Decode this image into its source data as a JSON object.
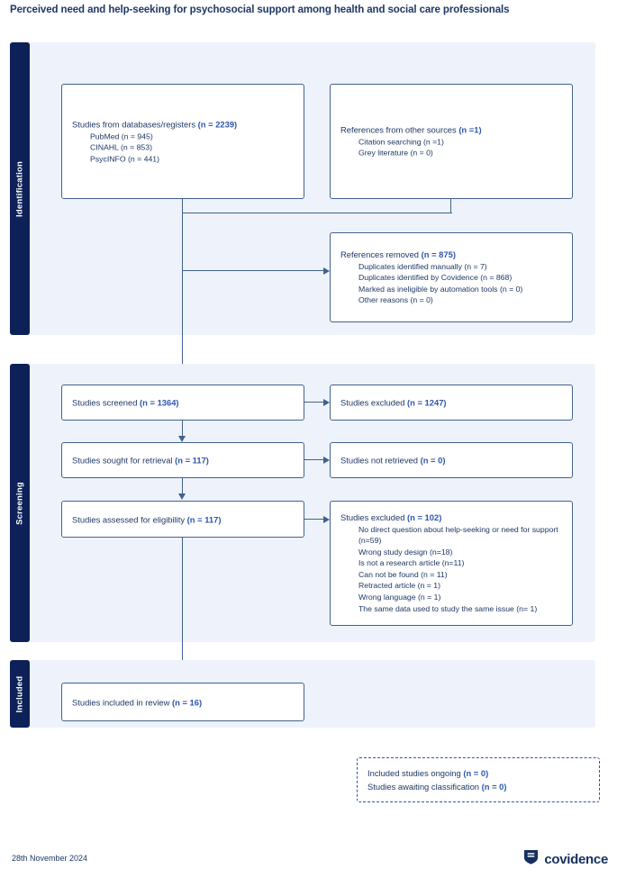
{
  "title": "Perceived need and help-seeking for psychosocial support among health and social care professionals",
  "colors": {
    "navy": "#0d2158",
    "band_bg": "#eef3fb",
    "box_border": "#41618e",
    "text": "#1f3864",
    "count_accent": "#2c55b0"
  },
  "stages": [
    {
      "id": "identification",
      "label": "Identification"
    },
    {
      "id": "screening",
      "label": "Screening"
    },
    {
      "id": "included",
      "label": "Included"
    }
  ],
  "nodes": {
    "databases": {
      "head_text": "Studies from databases/registers ",
      "head_count": "(n = 2239)",
      "sub": [
        "PubMed (n = 945)",
        "CINAHL (n = 853)",
        "PsycINFO (n = 441)"
      ]
    },
    "other_sources": {
      "head_text": "References from other sources ",
      "head_count": "(n =1)",
      "sub": [
        "Citation searching (n =1)",
        "Grey literature (n = 0)"
      ]
    },
    "references_removed": {
      "head_text": "References removed ",
      "head_count": "(n = 875)",
      "sub": [
        "Duplicates identified manually (n = 7)",
        "Duplicates identified by Covidence (n = 868)",
        "Marked as ineligible by automation tools (n = 0)",
        "Other reasons (n = 0)"
      ]
    },
    "studies_screened": {
      "head_text": "Studies screened ",
      "head_count": "(n = 1364)"
    },
    "studies_excluded_screening": {
      "head_text": "Studies excluded ",
      "head_count": "(n = 1247)"
    },
    "sought_retrieval": {
      "head_text": "Studies sought for retrieval ",
      "head_count": "(n = 117)"
    },
    "not_retrieved": {
      "head_text": "Studies not retrieved ",
      "head_count": "(n = 0)"
    },
    "assessed_eligibility": {
      "head_text": "Studies assessed for eligibility ",
      "head_count": "(n = 117)"
    },
    "studies_excluded_eligibility": {
      "head_text": "Studies excluded ",
      "head_count": "(n = 102)",
      "sub": [
        "No direct question about help-seeking or need for support (n=59)",
        "Wrong study design (n=18)",
        "Is not a research article (n=11)",
        "Can not be found (n = 11)",
        "Retracted article (n = 1)",
        "Wrong language (n = 1)",
        "The same data used to study the same issue (n= 1)"
      ]
    },
    "included_in_review": {
      "head_text": "Studies included in review ",
      "head_count": "(n = 16)"
    },
    "ongoing_awaiting": {
      "line1_text": "Included studies ongoing ",
      "line1_count": "(n = 0)",
      "line2_text": "Studies awaiting classification ",
      "line2_count": "(n = 0)"
    }
  },
  "footer": {
    "date": "28th November 2024",
    "brand": "covidence"
  }
}
